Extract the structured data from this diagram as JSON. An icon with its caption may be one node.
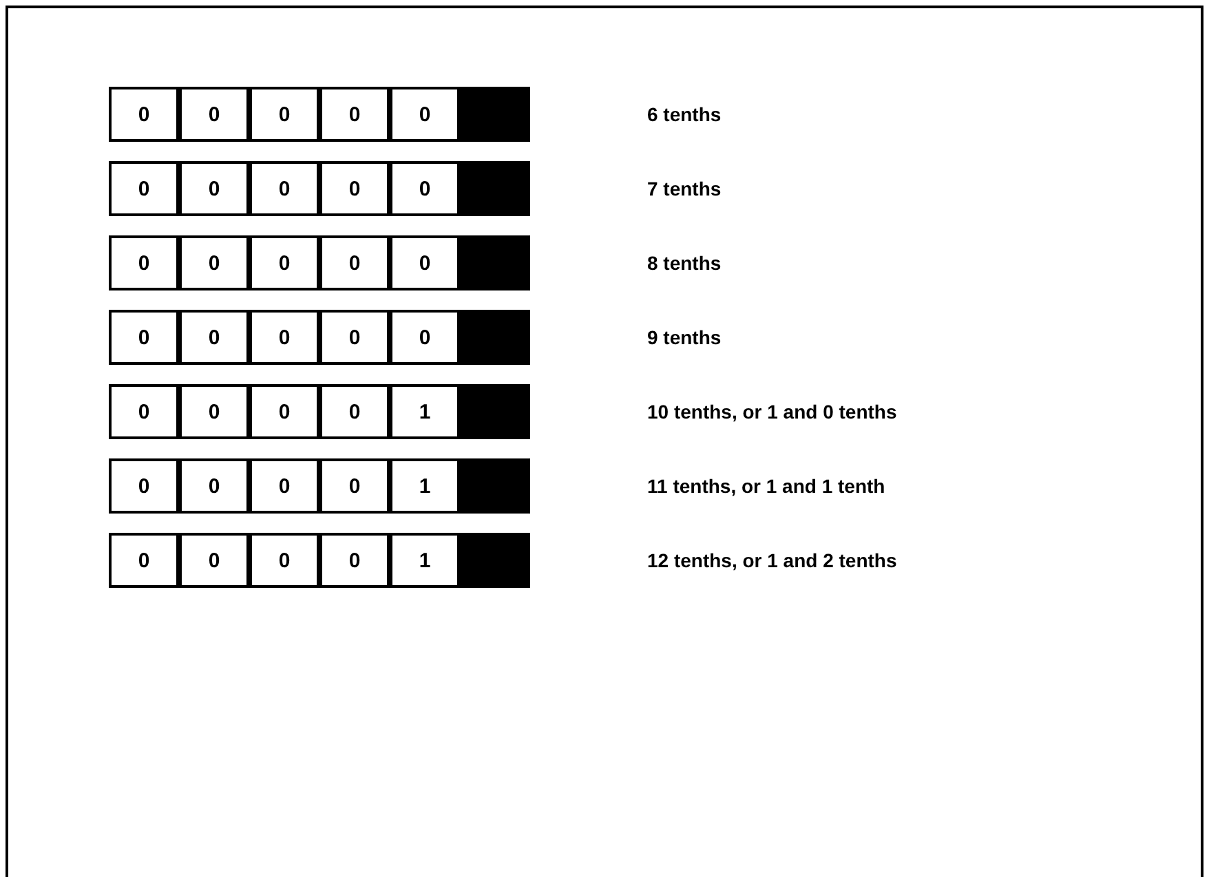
{
  "diagram": {
    "labels": [
      "0",
      "0",
      "0",
      "0",
      "0",
      "6 tenths",
      "0",
      "0",
      "0",
      "0",
      "0",
      "7 tenths",
      "0",
      "0",
      "0",
      "0",
      "0",
      "8 tenths",
      "0",
      "0",
      "0",
      "0",
      "0",
      "9 tenths",
      "0",
      "0",
      "0",
      "0",
      "1",
      "10 tenths, or 1 and 0 tenths",
      "0",
      "0",
      "0",
      "0",
      "1",
      "11 tenths, or 1 and 1 tenth",
      "0",
      "0",
      "0",
      "0",
      "1",
      "12 tenths, or 1 and 2 tenths"
    ]
  }
}
